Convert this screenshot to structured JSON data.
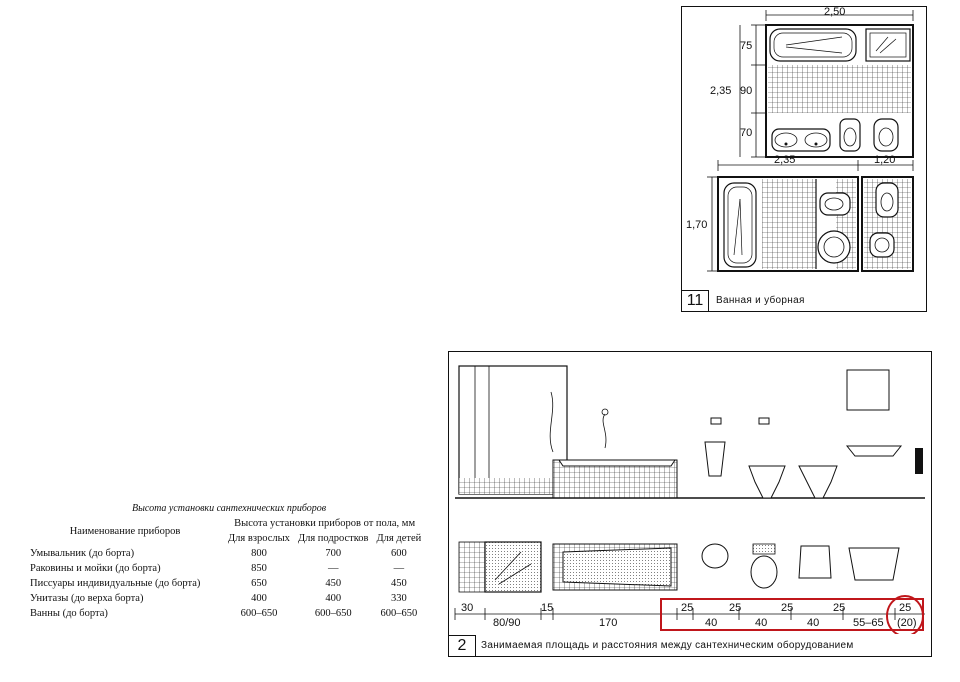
{
  "table": {
    "title": "Высота установки сантехнических приборов",
    "col_name": "Наименование приборов",
    "col_group": "Высота установки приборов от пола, мм",
    "subcols": [
      "Для взрослых",
      "Для подростков",
      "Для детей"
    ],
    "rows": [
      {
        "name": "Умывальник (до борта)",
        "values": [
          "800",
          "700",
          "600"
        ]
      },
      {
        "name": "Раковины и мойки (до борта)",
        "values": [
          "850",
          "—",
          "—"
        ]
      },
      {
        "name": "Писсуары индивидуальные (до борта)",
        "values": [
          "650",
          "450",
          "450"
        ]
      },
      {
        "name": "Унитазы (до верха борта)",
        "values": [
          "400",
          "400",
          "330"
        ]
      },
      {
        "name": "Ванны (до борта)",
        "values": [
          "600–650",
          "600–650",
          "600–650"
        ]
      }
    ]
  },
  "figure11": {
    "number": "11",
    "caption": "Ванная и уборная",
    "dims": {
      "top_width": "2,50",
      "height_total": "2,35",
      "h1": "75",
      "h2": "90",
      "h3": "70",
      "bottom_w1": "2,35",
      "bottom_w2": "1,20",
      "bottom_h": "1,70"
    }
  },
  "figure2": {
    "number": "2",
    "caption": "Занимаемая площадь и расстояния между сантехническим оборудованием",
    "dims_upper": [
      "30",
      "15",
      "25",
      "25",
      "25",
      "25",
      "25"
    ],
    "dims_lower": [
      "80/90",
      "170",
      "40",
      "40",
      "40",
      "55–65",
      "(20)"
    ]
  },
  "colors": {
    "ink": "#111111",
    "highlight": "#c0161b"
  }
}
